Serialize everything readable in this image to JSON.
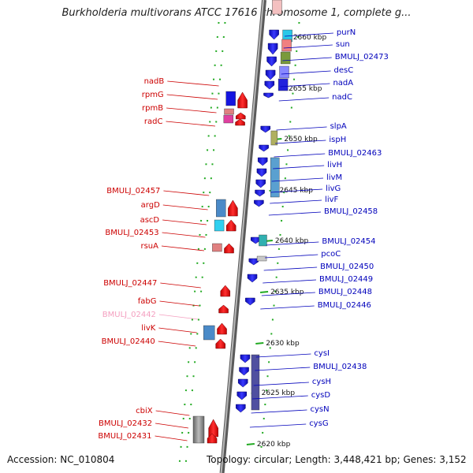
{
  "title": "Burkholderia multivorans ATCC 17616 chromosome 1, complete g...",
  "footer": {
    "accession": "Accession: NC_010804",
    "topology": "Topology: circular; Length: 3,448,421 bp; Genes: 3,152"
  },
  "colors": {
    "minus_strand": "#1010e8",
    "plus_strand": "#e81010",
    "minus_label": "#0000bb",
    "plus_label": "#cc0000",
    "pseudo_label": "#f4a0c0",
    "backbone": "#888888",
    "tick": "#22aa22"
  },
  "kbp_ticks": [
    {
      "label": "2660 kbp"
    },
    {
      "label": "2655 kbp"
    },
    {
      "label": "2650 kbp"
    },
    {
      "label": "2645 kbp"
    },
    {
      "label": "2640 kbp"
    },
    {
      "label": "2635 kbp"
    },
    {
      "label": "2630 kbp"
    },
    {
      "label": "2625 kbp"
    },
    {
      "label": "2620 kbp"
    }
  ],
  "genes_right": [
    {
      "name": "purN"
    },
    {
      "name": "sun"
    },
    {
      "name": "BMULJ_02473"
    },
    {
      "name": "desC"
    },
    {
      "name": "nadA"
    },
    {
      "name": "nadC"
    },
    {
      "name": "slpA"
    },
    {
      "name": "ispH"
    },
    {
      "name": "BMULJ_02463"
    },
    {
      "name": "livH"
    },
    {
      "name": "livM"
    },
    {
      "name": "livG"
    },
    {
      "name": "livF"
    },
    {
      "name": "BMULJ_02458"
    },
    {
      "name": "BMULJ_02454"
    },
    {
      "name": "pcoC"
    },
    {
      "name": "BMULJ_02450"
    },
    {
      "name": "BMULJ_02449"
    },
    {
      "name": "BMULJ_02448"
    },
    {
      "name": "BMULJ_02446"
    },
    {
      "name": "cysI"
    },
    {
      "name": "BMULJ_02438"
    },
    {
      "name": "cysH"
    },
    {
      "name": "cysD"
    },
    {
      "name": "cysN"
    },
    {
      "name": "cysG"
    }
  ],
  "genes_left": [
    {
      "name": "nadB"
    },
    {
      "name": "rpmG"
    },
    {
      "name": "rpmB"
    },
    {
      "name": "radC"
    },
    {
      "name": "BMULJ_02457"
    },
    {
      "name": "argD"
    },
    {
      "name": "ascD"
    },
    {
      "name": "BMULJ_02453"
    },
    {
      "name": "rsuA"
    },
    {
      "name": "BMULJ_02447"
    },
    {
      "name": "fabG"
    },
    {
      "name": "BMULJ_02442",
      "pseudo": true
    },
    {
      "name": "livK"
    },
    {
      "name": "BMULJ_02440"
    },
    {
      "name": "cbiX"
    },
    {
      "name": "BMULJ_02432"
    },
    {
      "name": "BMULJ_02431"
    }
  ]
}
